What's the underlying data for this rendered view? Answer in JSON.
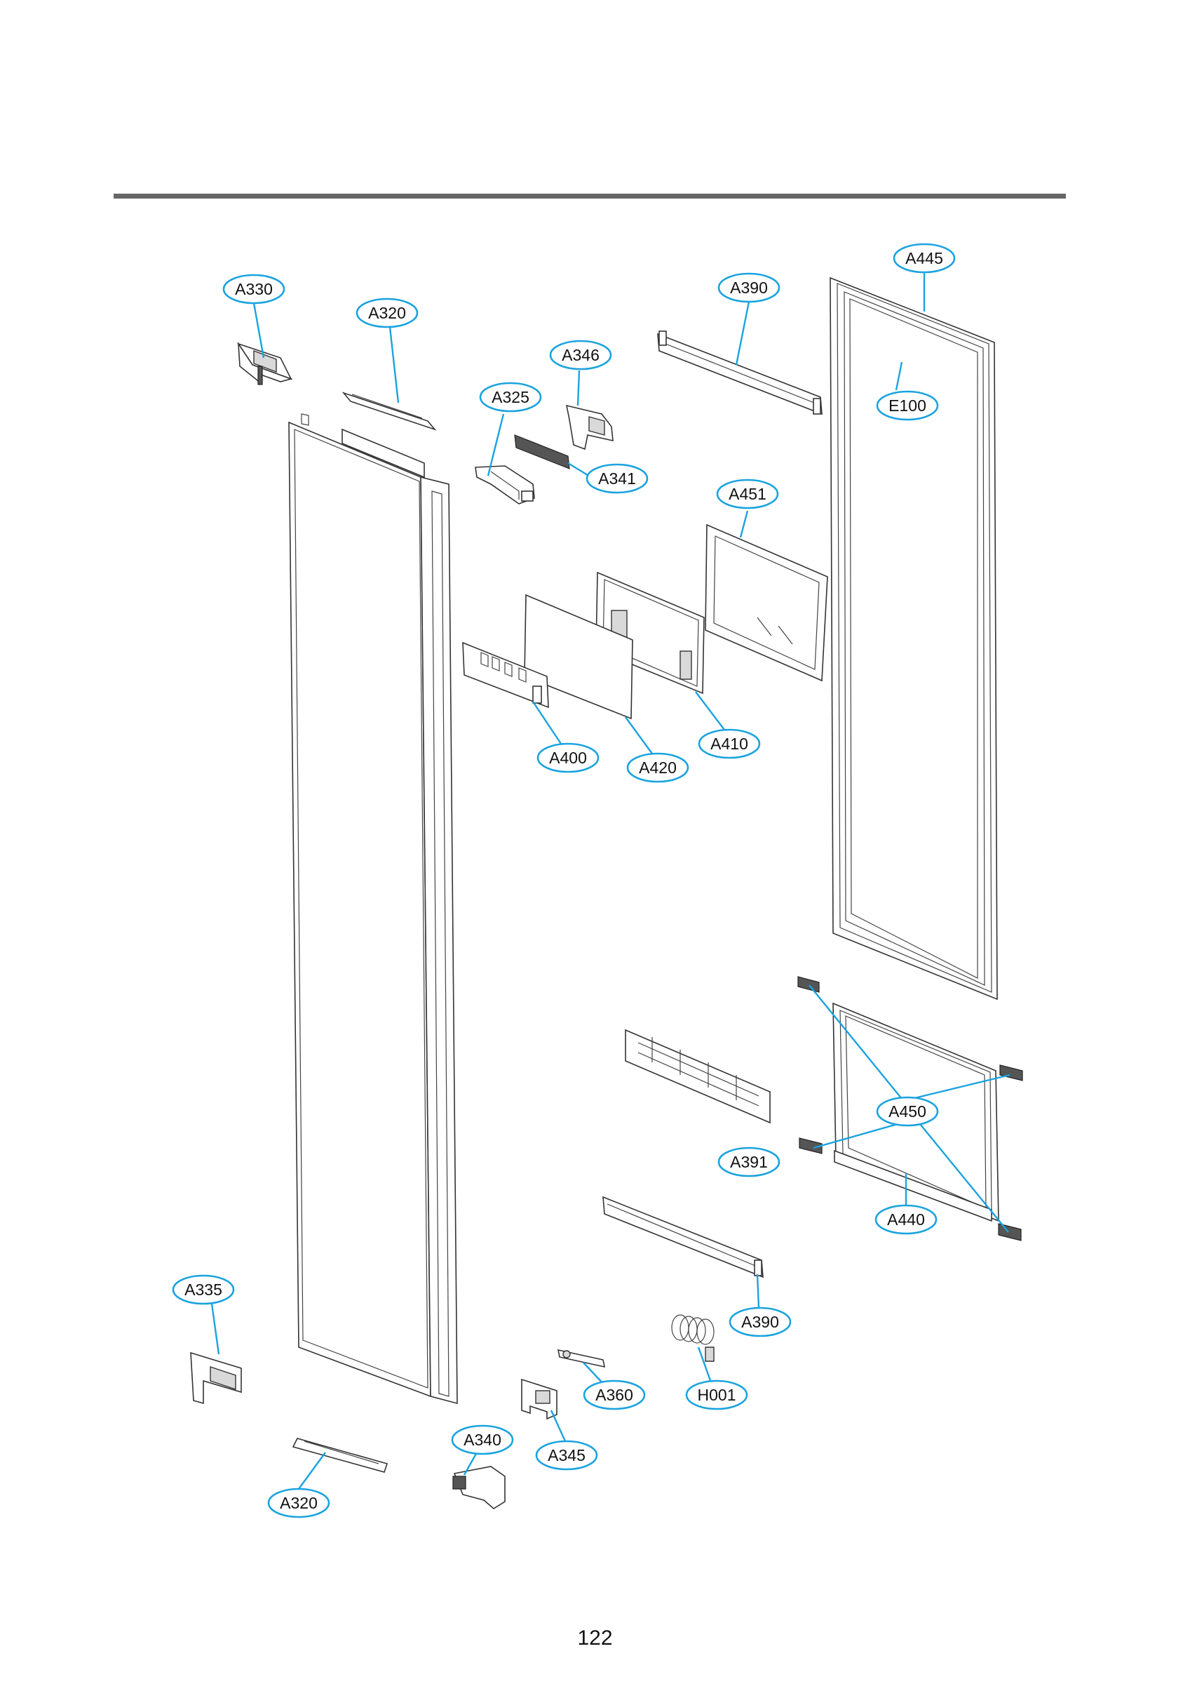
{
  "page": {
    "page_number": "122"
  },
  "callouts": [
    {
      "id": "A445",
      "label": "A445"
    },
    {
      "id": "A330",
      "label": "A330"
    },
    {
      "id": "A390_top",
      "label": "A390"
    },
    {
      "id": "A320_top",
      "label": "A320"
    },
    {
      "id": "A346",
      "label": "A346"
    },
    {
      "id": "A325",
      "label": "A325"
    },
    {
      "id": "E100",
      "label": "E100"
    },
    {
      "id": "A341",
      "label": "A341"
    },
    {
      "id": "A451",
      "label": "A451"
    },
    {
      "id": "A410",
      "label": "A410"
    },
    {
      "id": "A400",
      "label": "A400"
    },
    {
      "id": "A420",
      "label": "A420"
    },
    {
      "id": "A450",
      "label": "A450"
    },
    {
      "id": "A391",
      "label": "A391"
    },
    {
      "id": "A440",
      "label": "A440"
    },
    {
      "id": "A335",
      "label": "A335"
    },
    {
      "id": "A390_bottom",
      "label": "A390"
    },
    {
      "id": "A360",
      "label": "A360"
    },
    {
      "id": "H001",
      "label": "H001"
    },
    {
      "id": "A340",
      "label": "A340"
    },
    {
      "id": "A345",
      "label": "A345"
    },
    {
      "id": "A320_bottom",
      "label": "A320"
    }
  ],
  "colors": {
    "callout": "#1aa3df",
    "header_rule": "#666666",
    "line": "#333333"
  }
}
